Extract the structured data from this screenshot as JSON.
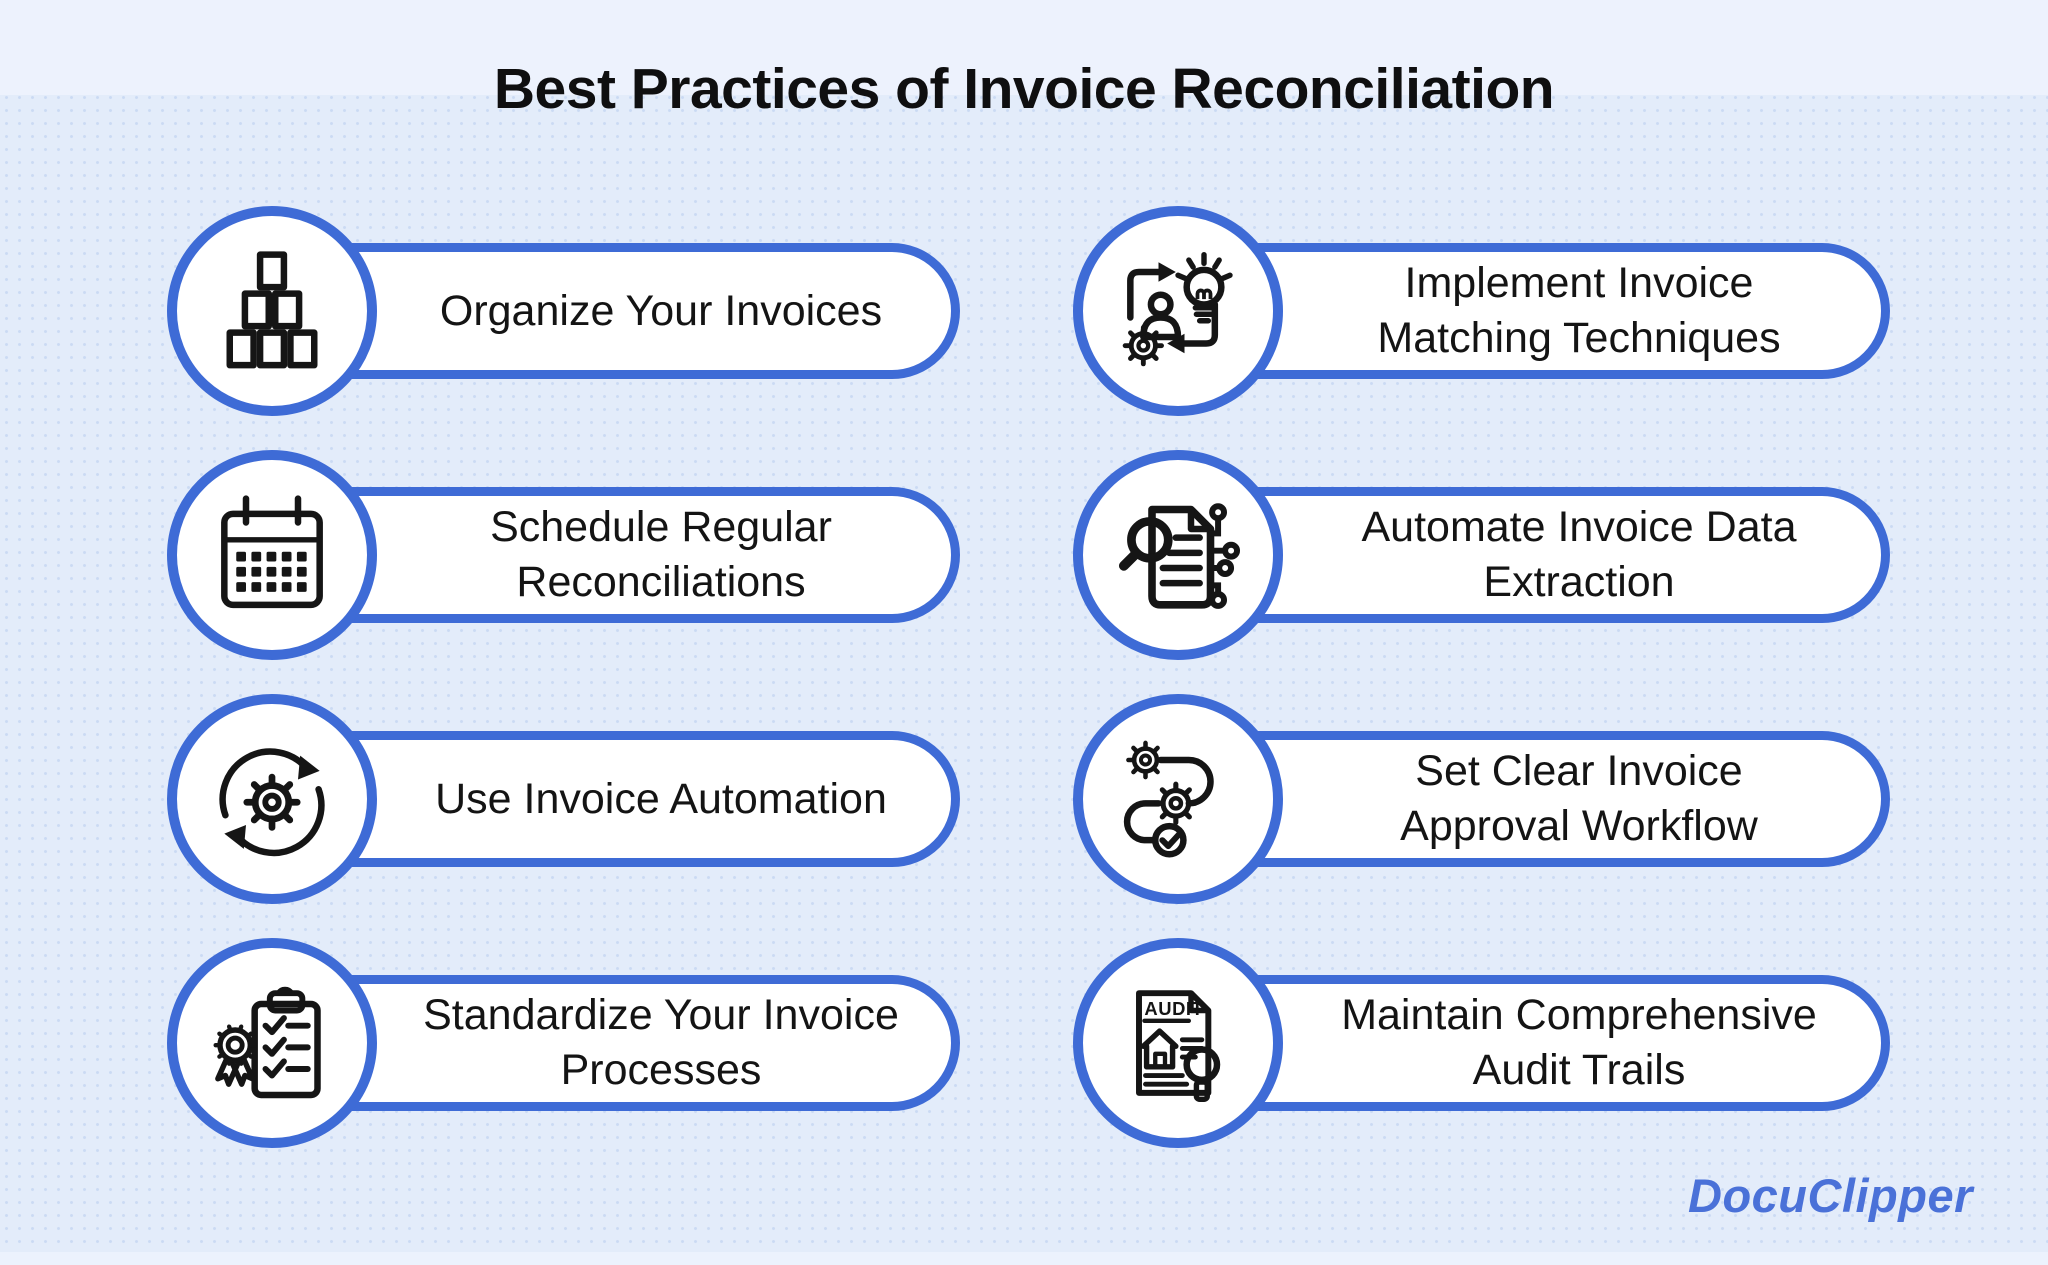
{
  "title": "Best Practices of Invoice Reconciliation",
  "brand": "DocuClipper",
  "audit_icon_label": "AUDIT",
  "colors": {
    "background": "#e3ecfa",
    "accent_blue": "#3e6bd6",
    "pill_fill": "#ffffff",
    "text": "#141414",
    "brand_blue": "#4a71d8"
  },
  "items": [
    {
      "icon": "blocks-hierarchy-icon",
      "lines": [
        "Organize Your Invoices"
      ]
    },
    {
      "icon": "calendar-icon",
      "lines": [
        "Schedule Regular",
        "Reconciliations"
      ]
    },
    {
      "icon": "automation-gear-icon",
      "lines": [
        "Use Invoice Automation"
      ]
    },
    {
      "icon": "certified-checklist-icon",
      "lines": [
        "Standardize Your Invoice",
        "Processes"
      ]
    },
    {
      "icon": "matching-idea-icon",
      "lines": [
        "Implement Invoice",
        "Matching Techniques"
      ]
    },
    {
      "icon": "document-scan-icon",
      "lines": [
        "Automate Invoice Data",
        "Extraction"
      ]
    },
    {
      "icon": "approval-workflow-icon",
      "lines": [
        "Set Clear Invoice",
        "Approval Workflow"
      ]
    },
    {
      "icon": "audit-document-icon",
      "lines": [
        "Maintain Comprehensive",
        "Audit Trails"
      ]
    }
  ]
}
